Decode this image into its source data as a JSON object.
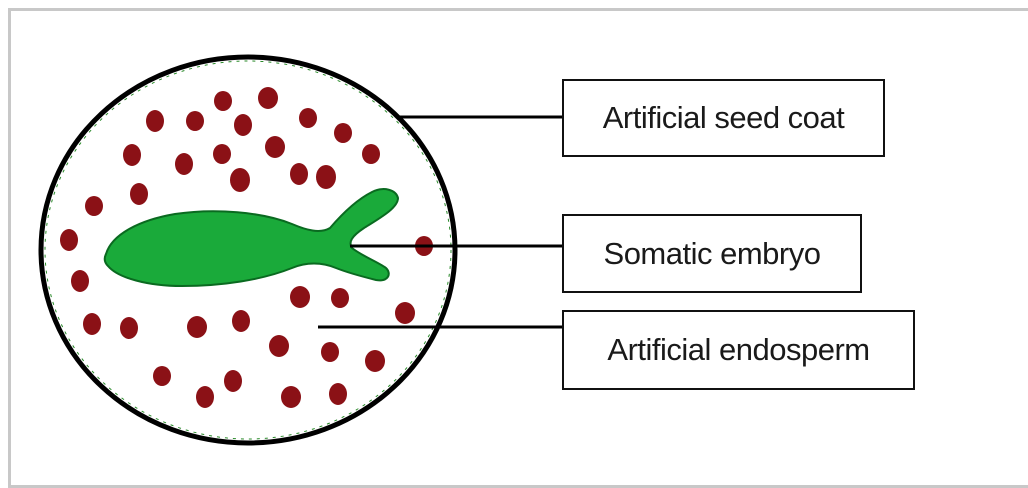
{
  "colors": {
    "outline": "#000000",
    "embryo_fill": "#1aaa3a",
    "embryo_stroke": "#0a6a20",
    "endosperm_dot": "#8b1116",
    "coat_inner_green": "#2a8a2a"
  },
  "labels": {
    "seed_coat": "Artificial seed coat",
    "somatic_embryo": "Somatic embryo",
    "endosperm": "Artificial endosperm"
  }
}
